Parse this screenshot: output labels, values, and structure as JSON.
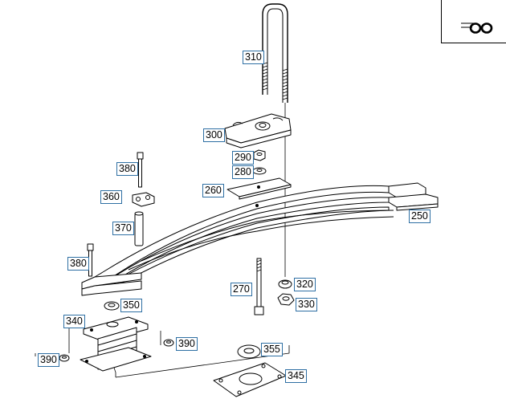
{
  "logo": {
    "text": "oo"
  },
  "callouts": {
    "c310": "310",
    "c300": "300",
    "c290": "290",
    "c280": "280",
    "c260": "260",
    "c380a": "380",
    "c360": "360",
    "c370": "370",
    "c380b": "380",
    "c250": "250",
    "c270": "270",
    "c320": "320",
    "c330": "330",
    "c350": "350",
    "c340": "340",
    "c390a": "390",
    "c390b": "390",
    "c355": "355",
    "c345": "345"
  },
  "colors": {
    "callout_border": "#2e6fa3",
    "line": "#000000",
    "fill": "#ffffff",
    "shade": "#cfcfcf"
  }
}
